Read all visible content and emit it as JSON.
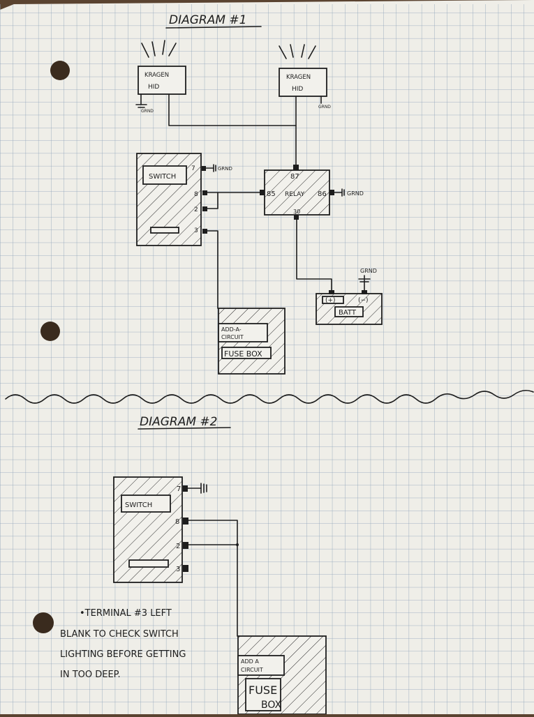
{
  "diagram1": {
    "title": "DIAGRAM #1",
    "lamp_left": {
      "line1": "KRAGEN",
      "line2": "HID",
      "ground": "GRND"
    },
    "lamp_right": {
      "line1": "KRAGEN",
      "line2": "HID",
      "ground": "GRND"
    },
    "switch": {
      "label": "SWITCH",
      "pins": [
        "7",
        "8",
        "2",
        "3"
      ],
      "pin7_ground": "GRND"
    },
    "relay": {
      "label": "RELAY",
      "pin87": "87",
      "pin85": "85",
      "pin86": "86",
      "pin30": "30",
      "pin86_ground": "GRND"
    },
    "battery": {
      "label": "BATT",
      "pos": "(+)",
      "neg": "(−)",
      "ground": "GRND"
    },
    "fuse": {
      "tag_line1": "ADD-A-",
      "tag_line2": "CIRCUIT",
      "label": "FUSE BOX"
    }
  },
  "diagram2": {
    "title": "DIAGRAM #2",
    "switch": {
      "label": "SWITCH",
      "pins": [
        "7",
        "8",
        "2",
        "3"
      ]
    },
    "fuse": {
      "tag_line1": "ADD A",
      "tag_line2": "CIRCUIT",
      "label_line1": "FUSE",
      "label_line2": "BOX"
    },
    "note": {
      "line1": "•TERMINAL #3 LEFT",
      "line2": "BLANK TO CHECK SWITCH",
      "line3": "LIGHTING BEFORE GETTING",
      "line4": "IN TOO DEEP."
    }
  }
}
